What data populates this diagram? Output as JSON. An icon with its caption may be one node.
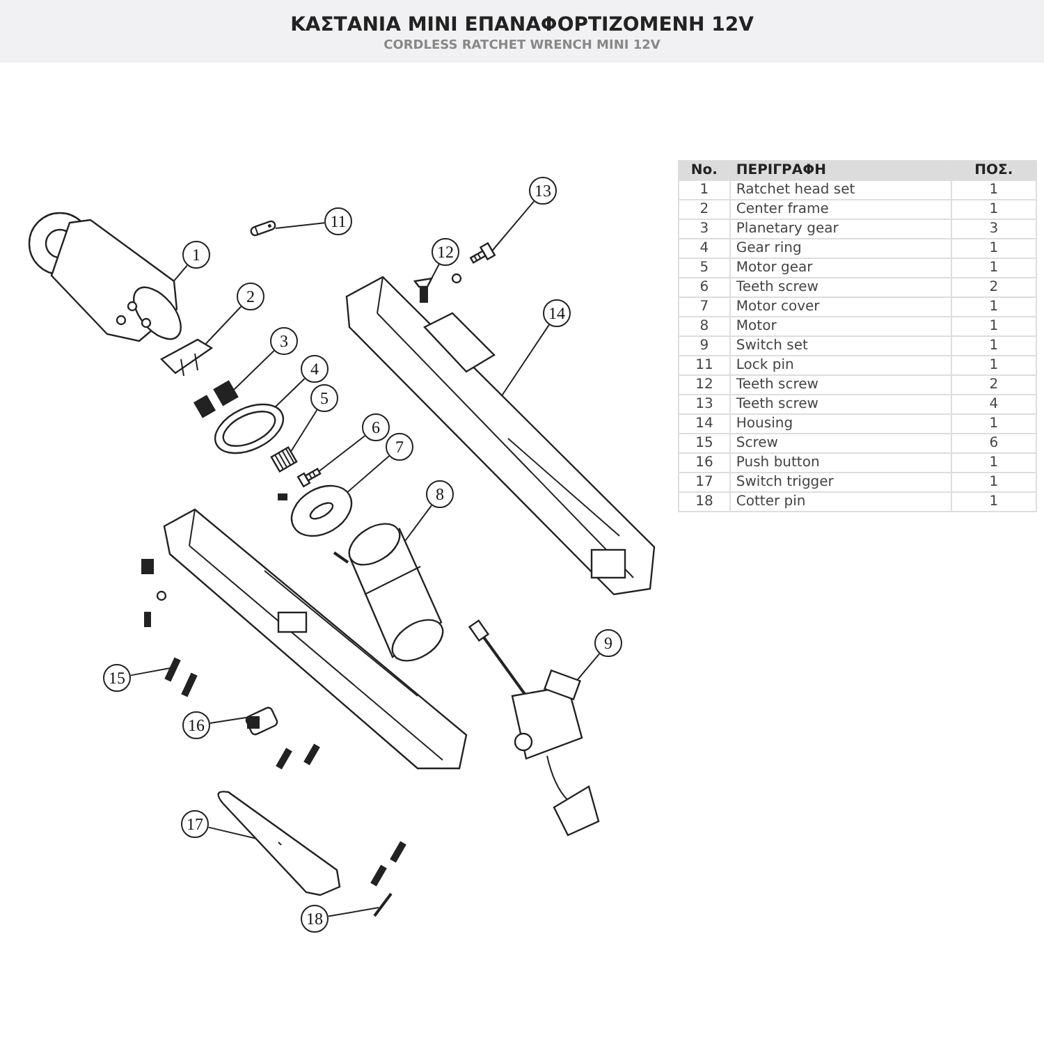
{
  "diagram": {
    "title": "ΚΑΣΤΑΝΙΑ ΜΙΝΙ ΕΠΑΝΑΦΟΡΤΙΖΟΜΕΝΗ 12V",
    "nodes": [
      {
        "text": [
          "1"
        ]
      },
      {
        "text": [
          "2"
        ]
      },
      {
        "text": [
          "3"
        ]
      },
      {
        "text": [
          "4"
        ]
      },
      {
        "text": [
          "5"
        ]
      },
      {
        "text": [
          "6"
        ]
      },
      {
        "text": [
          "7"
        ]
      },
      {
        "text": [
          "8"
        ]
      },
      {
        "text": [
          "9"
        ]
      },
      {
        "text": [
          "11"
        ]
      },
      {
        "text": [
          "12"
        ]
      },
      {
        "text": [
          "13"
        ]
      },
      {
        "text": [
          "14"
        ]
      },
      {
        "text": [
          "15"
        ]
      },
      {
        "text": [
          "16"
        ]
      },
      {
        "text": [
          "17"
        ]
      },
      {
        "text": [
          "18"
        ]
      },
      {
        "text": [],
        "shape": "picture"
      },
      {
        "text": [],
        "shape": "picture"
      },
      {
        "text": [],
        "shape": "picture"
      },
      {
        "text": [],
        "shape": "picture"
      },
      {
        "text": [],
        "shape": "picture"
      },
      {
        "text": [],
        "shape": "picture"
      },
      {
        "text": [],
        "shape": "picture"
      },
      {
        "text": [],
        "shape": "picture"
      },
      {
        "text": [],
        "shape": "picture"
      },
      {
        "text": [],
        "shape": "picture"
      },
      {
        "text": [],
        "shape": "picture"
      },
      {
        "text": [],
        "shape": "picture"
      },
      {
        "text": [],
        "shape": "picture"
      },
      {
        "text": [],
        "shape": "picture"
      },
      {
        "text": [],
        "shape": "picture"
      },
      {
        "text": [],
        "shape": "picture"
      },
      {
        "text": [],
        "shape": "picture"
      }
    ],
    "edges": [
      {
        "from": 0,
        "to": 17,
        "arrow": "none"
      },
      {
        "from": 1,
        "to": 18,
        "arrow": "none"
      },
      {
        "from": 2,
        "to": 19,
        "arrow": "none"
      },
      {
        "from": 3,
        "to": 20,
        "arrow": "none"
      },
      {
        "from": 4,
        "to": 21,
        "arrow": "none"
      },
      {
        "from": 5,
        "to": 22,
        "arrow": "none"
      },
      {
        "from": 6,
        "to": 23,
        "arrow": "none"
      },
      {
        "from": 7,
        "to": 24,
        "arrow": "none"
      },
      {
        "from": 8,
        "to": 25,
        "arrow": "none"
      },
      {
        "from": 9,
        "to": 26,
        "arrow": "none"
      },
      {
        "from": 10,
        "to": 27,
        "arrow": "none"
      },
      {
        "from": 11,
        "to": 28,
        "arrow": "none"
      },
      {
        "from": 12,
        "to": 29,
        "arrow": "none"
      },
      {
        "from": 13,
        "to": 30,
        "arrow": "none"
      },
      {
        "from": 14,
        "to": 31,
        "arrow": "none"
      },
      {
        "from": 15,
        "to": 32,
        "arrow": "none"
      },
      {
        "from": 16,
        "to": 33,
        "arrow": "none"
      }
    ],
    "labels": [
      "CORDLESS RATCHET WRENCH MINI 12V",
      "No.",
      "ΠΕΡΙΓΡΑΦΗ",
      "ΠΟΣ.",
      "1",
      "Ratchet head set",
      "1",
      "2",
      "Center frame",
      "1",
      "3",
      "Planetary gear",
      "3",
      "4",
      "Gear ring",
      "1",
      "5",
      "Motor gear",
      "1",
      "6",
      "Teeth screw",
      "2",
      "7",
      "Motor cover",
      "1",
      "8",
      "Motor",
      "1",
      "9",
      "Switch set",
      "1",
      "11",
      "Lock pin",
      "1",
      "12",
      "Teeth screw",
      "2",
      "13",
      "Teeth screw",
      "4",
      "14",
      "Housing",
      "1",
      "15",
      "Screw",
      "6",
      "16",
      "Push button",
      "1",
      "17",
      "Switch trigger",
      "1",
      "18",
      "Cotter pin",
      "1"
    ]
  }
}
